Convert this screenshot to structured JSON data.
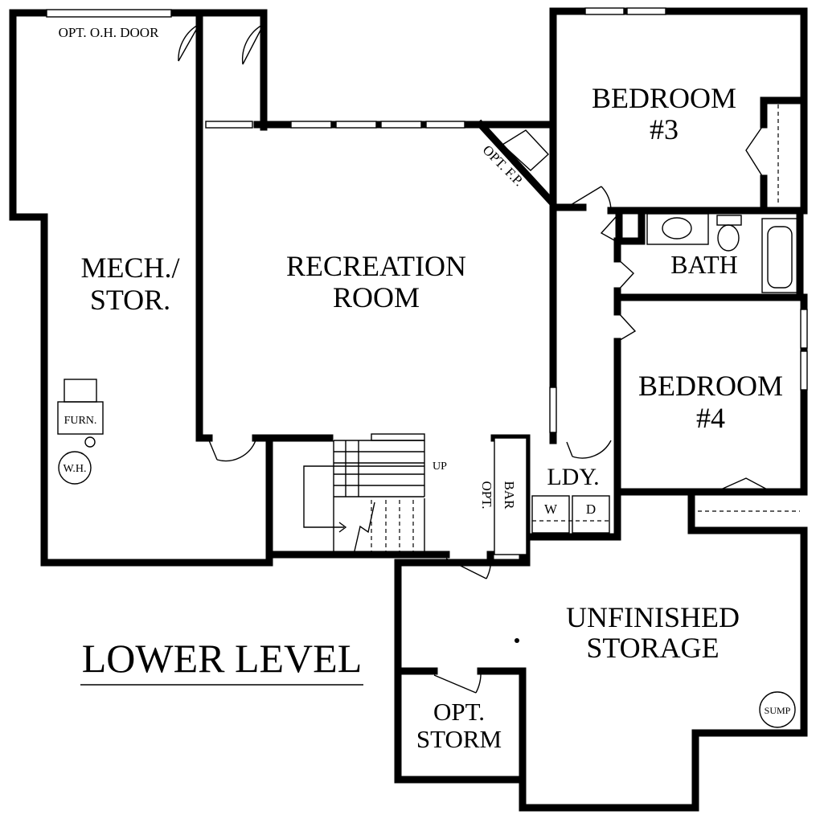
{
  "title": "LOWER LEVEL",
  "rooms": {
    "mech_stor": [
      "MECH./",
      "STOR."
    ],
    "recreation": [
      "RECREATION",
      "ROOM"
    ],
    "bedroom3": [
      "BEDROOM",
      "#3"
    ],
    "bedroom4": [
      "BEDROOM",
      "#4"
    ],
    "bath": "BATH",
    "laundry": "LDY.",
    "unfinished": [
      "UNFINISHED",
      "STORAGE"
    ],
    "storm": [
      "OPT.",
      "STORM"
    ]
  },
  "labels": {
    "oh_door": "OPT. O.H. DOOR",
    "fireplace": "OPT. F.P.",
    "bar": [
      "OPT.",
      "BAR"
    ],
    "stairs_up": "UP",
    "furnace": "FURN.",
    "water_heater": "W.H.",
    "washer": "W",
    "dryer": "D",
    "sump": "SUMP"
  }
}
